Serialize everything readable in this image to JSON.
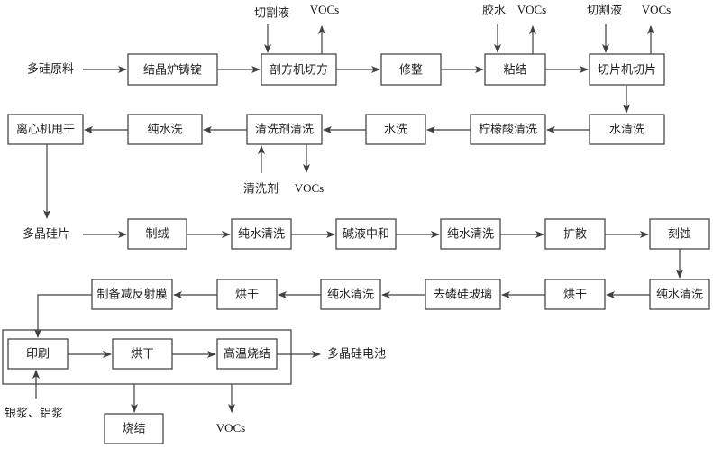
{
  "diagram_title": "",
  "inputs": {
    "raw_material": "多硅原料",
    "cutting_fluid_1": "切割液",
    "glue": "胶水",
    "cutting_fluid_2": "切割液",
    "cleaning_agent": "清洗剂",
    "paste": "银浆、铝浆"
  },
  "emissions": {
    "vocs": "VOCs"
  },
  "intermediate": {
    "wafer": "多晶硅片"
  },
  "product": "多晶硅电池",
  "steps": {
    "r1": [
      "结晶炉铸锭",
      "剖方机切方",
      "修整",
      "粘结",
      "切片机切片"
    ],
    "r2": [
      "离心机甩干",
      "纯水洗",
      "清洗剂清洗",
      "水洗",
      "柠檬酸清洗",
      "水清洗"
    ],
    "r3": [
      "制绒",
      "纯水清洗",
      "碱液中和",
      "纯水清洗",
      "扩散",
      "刻蚀"
    ],
    "r4": [
      "制备减反射膜",
      "烘干",
      "纯水清洗",
      "去磷硅玻璃",
      "烘干",
      "纯水清洗"
    ],
    "r5": [
      "印刷",
      "烘干",
      "高温烧结"
    ],
    "waste": "烧结"
  }
}
